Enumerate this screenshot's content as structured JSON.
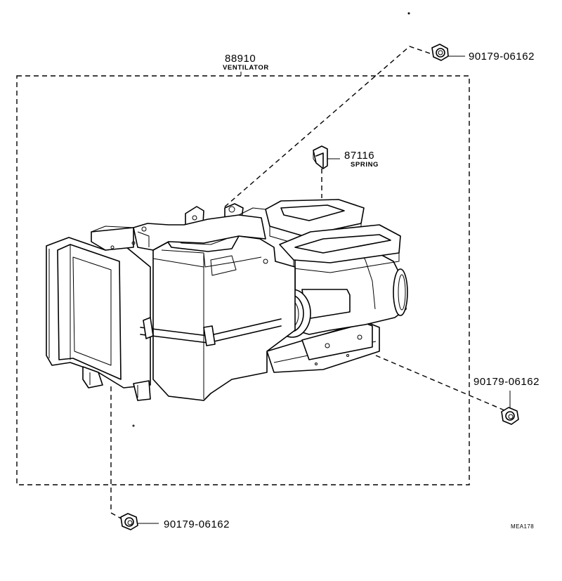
{
  "assembly": {
    "part_number": "88910",
    "part_name": "VENTILATOR"
  },
  "spring": {
    "part_number": "87116",
    "part_name": "SPRING"
  },
  "nuts": [
    {
      "part_number": "90179-06162"
    },
    {
      "part_number": "90179-06162"
    },
    {
      "part_number": "90179-06162"
    }
  ],
  "diagram_code": "MEA178"
}
